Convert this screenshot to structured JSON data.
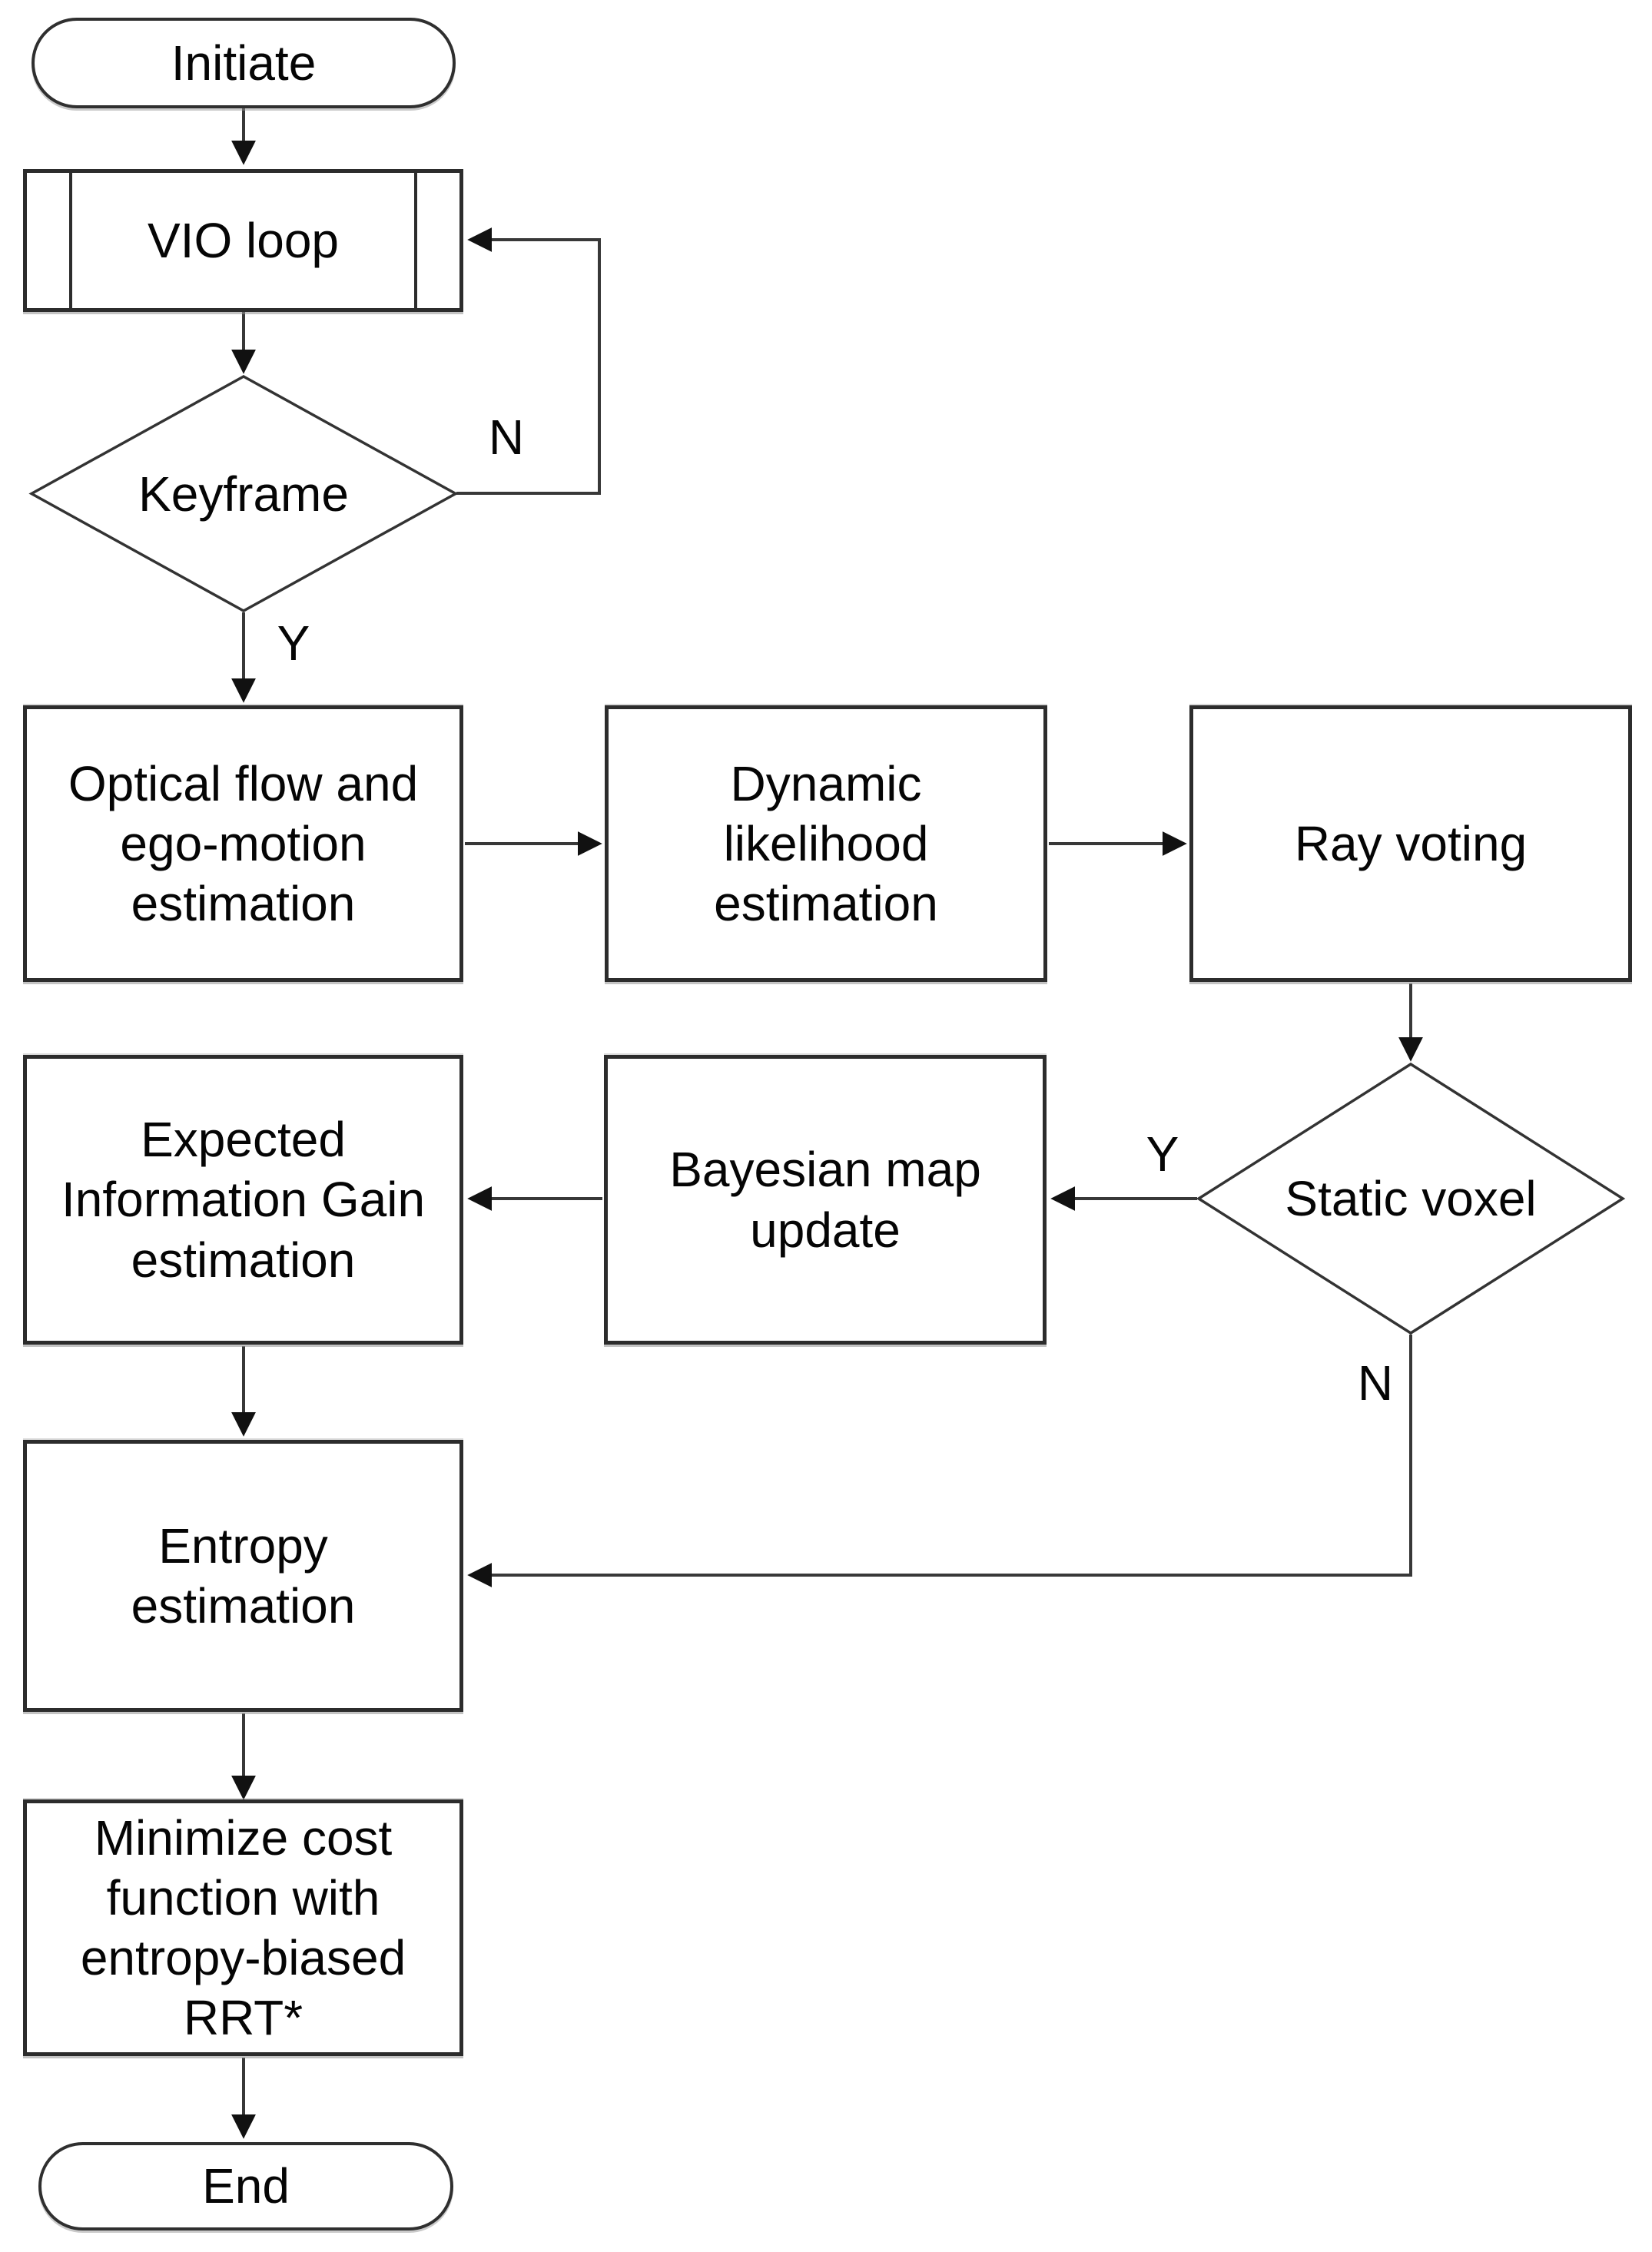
{
  "nodes": {
    "initiate": {
      "label": "Initiate",
      "shape": "terminator"
    },
    "vio_loop": {
      "label": "VIO loop",
      "shape": "predefined-process"
    },
    "keyframe": {
      "label": "Keyframe",
      "shape": "decision"
    },
    "optical_flow": {
      "label": "Optical flow and\nego-motion\nestimation",
      "shape": "process"
    },
    "dynamic_lik": {
      "label": "Dynamic\nlikelihood\nestimation",
      "shape": "process"
    },
    "ray_voting": {
      "label": "Ray voting",
      "shape": "process"
    },
    "static_voxel": {
      "label": "Static voxel",
      "shape": "decision"
    },
    "bayesian_map": {
      "label": "Bayesian map\nupdate",
      "shape": "process"
    },
    "expected_ig": {
      "label": "Expected\nInformation Gain\nestimation",
      "shape": "process"
    },
    "entropy_est": {
      "label": "Entropy\nestimation",
      "shape": "process"
    },
    "minimize_rrt": {
      "label": "Minimize cost\nfunction with\nentropy-biased\nRRT*",
      "shape": "process"
    },
    "end": {
      "label": "End",
      "shape": "terminator"
    }
  },
  "edge_labels": {
    "keyframe_no": "N",
    "keyframe_yes": "Y",
    "static_yes": "Y",
    "static_no": "N"
  },
  "colors": {
    "background": "#ffffff",
    "stroke": "#383838",
    "text": "#050505"
  }
}
